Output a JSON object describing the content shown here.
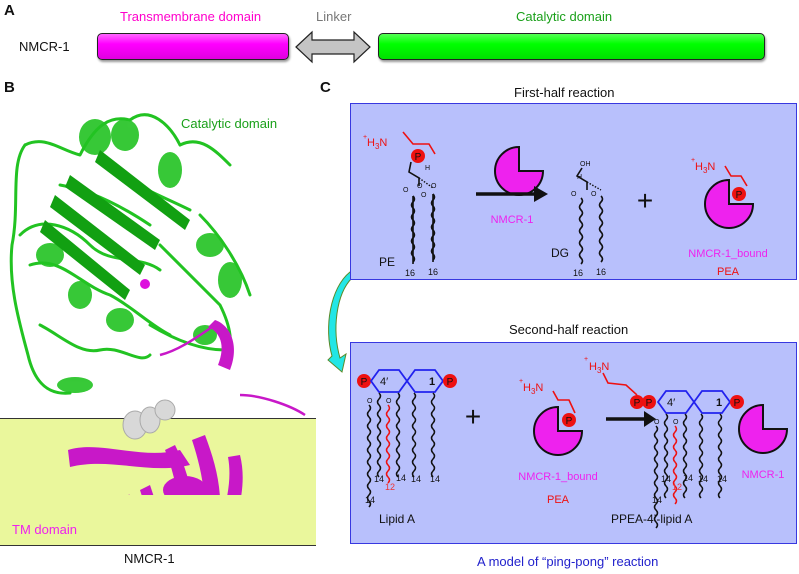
{
  "panel_a": {
    "letter": "A",
    "protein_label": "NMCR-1",
    "tm_label": "Transmembrane domain",
    "linker_label": "Linker",
    "catalytic_label": "Catalytic domain",
    "colors": {
      "tm": "#ff00ff",
      "catalytic": "#00ff00",
      "linker": "#c0c0c0",
      "tm_text": "#ff00cc",
      "cat_text": "#1aa01a",
      "linker_text": "#777777"
    }
  },
  "panel_b": {
    "letter": "B",
    "catalytic_label": "Catalytic domain",
    "tm_label": "TM domain",
    "protein_label": "NMCR-1",
    "colors": {
      "membrane": "#eaf79c",
      "catalytic": "#22c322",
      "tm": "#c818c8",
      "linker": "#d8d8d8"
    }
  },
  "panel_c": {
    "letter": "C",
    "first_half": {
      "title": "First-half reaction",
      "substrate_label": "PE",
      "chain_lengths": [
        "16",
        "16"
      ],
      "enzyme_label": "NMCR-1",
      "product_label": "DG",
      "product_chain_lengths": [
        "16",
        "16"
      ],
      "plus": "+",
      "bound_label": "NMCR-1_bound",
      "pea_label": "PEA",
      "amine": "H3N",
      "oh": "OH",
      "h": "H",
      "phosphate": "P"
    },
    "second_half": {
      "title": "Second-half reaction",
      "substrate_label": "Lipid A",
      "plus": "+",
      "bound_label": "NMCR-1_bound",
      "pea_label": "PEA",
      "product_label": "PPEA-4’-lipid A",
      "enzyme_label": "NMCR-1",
      "ring_labels": [
        "4′",
        "1"
      ],
      "chain_lengths": [
        "14",
        "14",
        "14",
        "14",
        "14"
      ],
      "red_chain_length": "12",
      "amine": "H3N",
      "phosphate": "P"
    },
    "caption": "A model of “ping-pong” reaction",
    "colors": {
      "box_fill": "#b8c0fc",
      "box_border": "#3838e0",
      "red": "#ee1111",
      "magenta": "#ee22ee",
      "caption": "#2222cc"
    }
  }
}
